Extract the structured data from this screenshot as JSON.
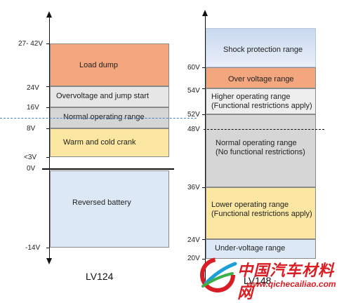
{
  "left": {
    "title": "LV124",
    "voltage_labels": {
      "v_top": "27- 42V",
      "v_24": "24V",
      "v_16": "16V",
      "v_8": "8V",
      "v_3": "<3V",
      "v_0": "0V",
      "v_neg14": "-14V"
    },
    "ranges": {
      "load_dump": "Load dump",
      "overvoltage_jump": "Overvoltage and jump start",
      "normal": "Normal operating range",
      "warm_cold": "Warm and cold crank",
      "reversed": "Reversed battery"
    },
    "colors": {
      "load_dump": "#f4a67e",
      "overvoltage_jump": "#e6e6e6",
      "normal": "#d5d5d5",
      "warm_cold": "#fbe6a2",
      "reversed": "#dde8f6"
    }
  },
  "right": {
    "title": "LV148",
    "voltage_labels": {
      "v_60": "60V",
      "v_54": "54V",
      "v_52": "52V",
      "v_48": "48V",
      "v_36": "36V",
      "v_24": "24V",
      "v_20": "20V"
    },
    "ranges": {
      "shock": "Shock protection range",
      "over_voltage": "Over voltage range",
      "higher": "Higher operating range\n(Functional restrictions apply)",
      "normal": "Normal operating range\n(No functional restrictions)",
      "lower": "Lower operating range\n(Functional restrictions apply)",
      "under": "Under-voltage range"
    },
    "colors": {
      "shock_top": "#c9d8ef",
      "shock_bottom": "#e9eff9",
      "over_voltage": "#f4a67e",
      "higher": "#eeeeee",
      "normal": "#d6d6d6",
      "lower": "#fbe6a2",
      "under": "#dde8f6"
    }
  },
  "watermark": {
    "text_cn": "中国汽车材料网",
    "url": "www.qichecailiao.com"
  }
}
